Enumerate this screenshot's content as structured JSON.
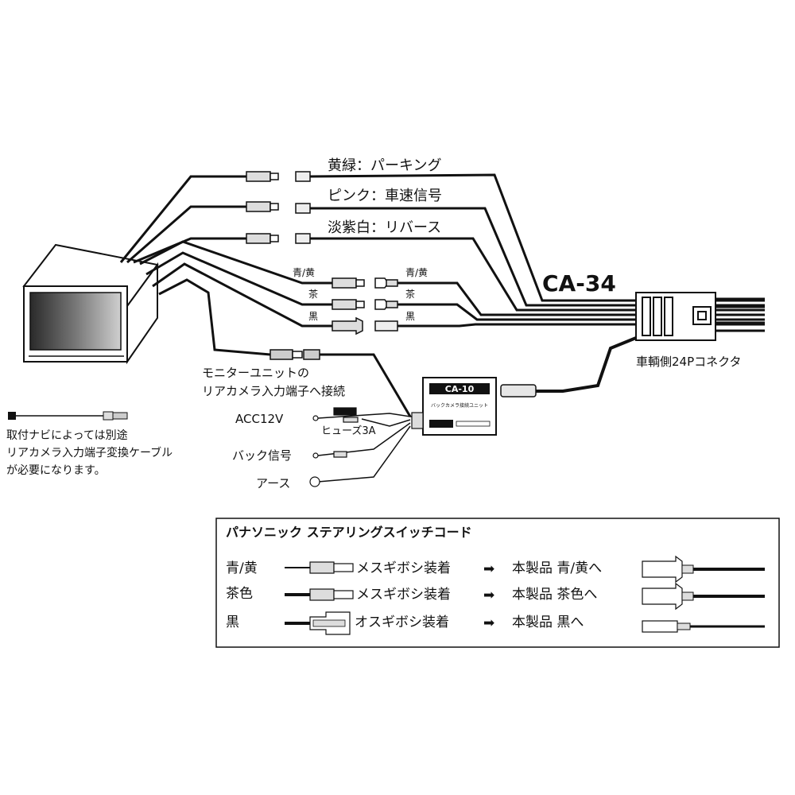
{
  "labels": {
    "yellow_green": "黄緑：パーキング",
    "pink": "ピンク：車速信号",
    "lavender": "淡紫白：リバース",
    "model": "CA-34",
    "left_blue_yellow": "青/黄",
    "left_brown": "茶",
    "left_black": "黒",
    "right_blue_yellow": "青/黄",
    "right_brown": "茶",
    "right_black": "黒",
    "connector_24p": "車輌側24Pコネクタ",
    "monitor_line1": "モニターユニットの",
    "monitor_line2": "リアカメラ入力端子へ接続",
    "ca10": "CA-10",
    "ca10_sub": "バックカメラ接続ユニット",
    "acc": "ACC12V",
    "fuse": "ヒューズ3A",
    "back": "バック信号",
    "earth": "アース",
    "note_line1": "取付ナビによっては別途",
    "note_line2": "リアカメラ入力端子変換ケーブル",
    "note_line3": "が必要になります。"
  },
  "legend": {
    "title": "パナソニック ステアリングスイッチコード",
    "rows": [
      {
        "color": "青/黄",
        "action": "メスギボシ装着",
        "arrow": "➡",
        "target": "本製品 青/黄へ"
      },
      {
        "color": "茶色",
        "action": "メスギボシ装着",
        "arrow": "➡",
        "target": "本製品 茶色へ"
      },
      {
        "color": "黒",
        "action": "オスギボシ装着",
        "arrow": "➡",
        "target": "本製品 黒へ"
      }
    ]
  }
}
